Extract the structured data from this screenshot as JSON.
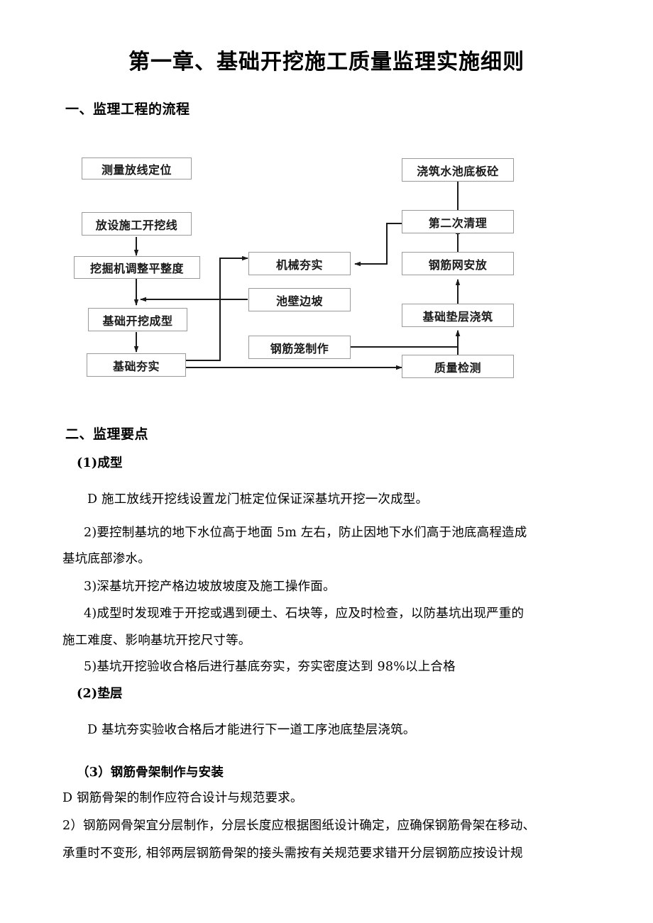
{
  "document": {
    "title": "第一章、基础开挖施工质量监理实施细则",
    "section_flow_heading": "一、监理工程的流程",
    "section_points_heading": "二、监理要点"
  },
  "flowchart": {
    "nodes": [
      {
        "id": "n1",
        "label": "测量放线定位"
      },
      {
        "id": "n2",
        "label": "放设施工开挖线"
      },
      {
        "id": "n3",
        "label": "挖掘机调整平整度"
      },
      {
        "id": "n4",
        "label": "基础开挖成型"
      },
      {
        "id": "n5",
        "label": "基础夯实"
      },
      {
        "id": "n6",
        "label": "机械夯实"
      },
      {
        "id": "n7",
        "label": "池壁边坡"
      },
      {
        "id": "n8",
        "label": "钢筋笼制作"
      },
      {
        "id": "n9",
        "label": "浇筑水池底板砼"
      },
      {
        "id": "n10",
        "label": "第二次清理"
      },
      {
        "id": "n11",
        "label": "钢筋网安放"
      },
      {
        "id": "n12",
        "label": "基础垫层浇筑"
      },
      {
        "id": "n13",
        "label": "质量检测"
      }
    ]
  },
  "points": {
    "item1_label": "(1)成型",
    "item1_lines": [
      "D 施工放线开挖线设置龙门桩定位保证深基坑开挖一次成型。",
      "2)要控制基坑的地下水位高于地面 5m 左右，防止因地下水们高于池底高程造成",
      "基坑底部渗水。",
      "3)深基坑开挖产格边坡放坡度及施工操作面。",
      "4)成型时发现难于开挖或遇到硬土、石块等，应及时检查，以防基坑出现严重的",
      "施工难度、影响基坑开挖尺寸等。",
      "5)基坑开挖验收合格后进行基底夯实，夯实密度达到 98%以上合格"
    ],
    "item2_label": "(2)垫层",
    "item2_lines": [
      "D 基坑夯实验收合格后才能进行下一道工序池底垫层浇筑。"
    ],
    "item3_label": "（3）钢筋骨架制作与安装",
    "item3_lines": [
      "D 钢筋骨架的制作应符合设计与规范要求。",
      "2）钢筋网骨架宜分层制作，分层长度应根据图纸设计确定，应确保钢筋骨架在移动、",
      "承重时不变形, 相邻两层钢筋骨架的接头需按有关规范要求错开分层钢筋应按设计规"
    ]
  },
  "colors": {
    "box_border": "#9a9a9a",
    "connector": "#1a1a1a",
    "text": "#000000",
    "page_background": "#ffffff"
  }
}
